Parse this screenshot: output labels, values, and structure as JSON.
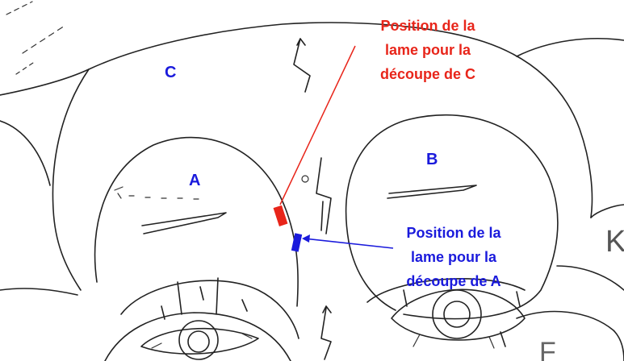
{
  "regions": {
    "a": "A",
    "b": "B",
    "c": "C"
  },
  "annotations": {
    "red": {
      "lines": [
        "Position de la",
        "lame pour la",
        "découpe de C"
      ],
      "color": "#e8251a"
    },
    "blue": {
      "lines": [
        "Position de la",
        "lame pour la",
        "découpe de A"
      ],
      "color": "#1a1adc"
    }
  },
  "partial_letters": {
    "right_edge": "K",
    "bottom_right": "F"
  }
}
